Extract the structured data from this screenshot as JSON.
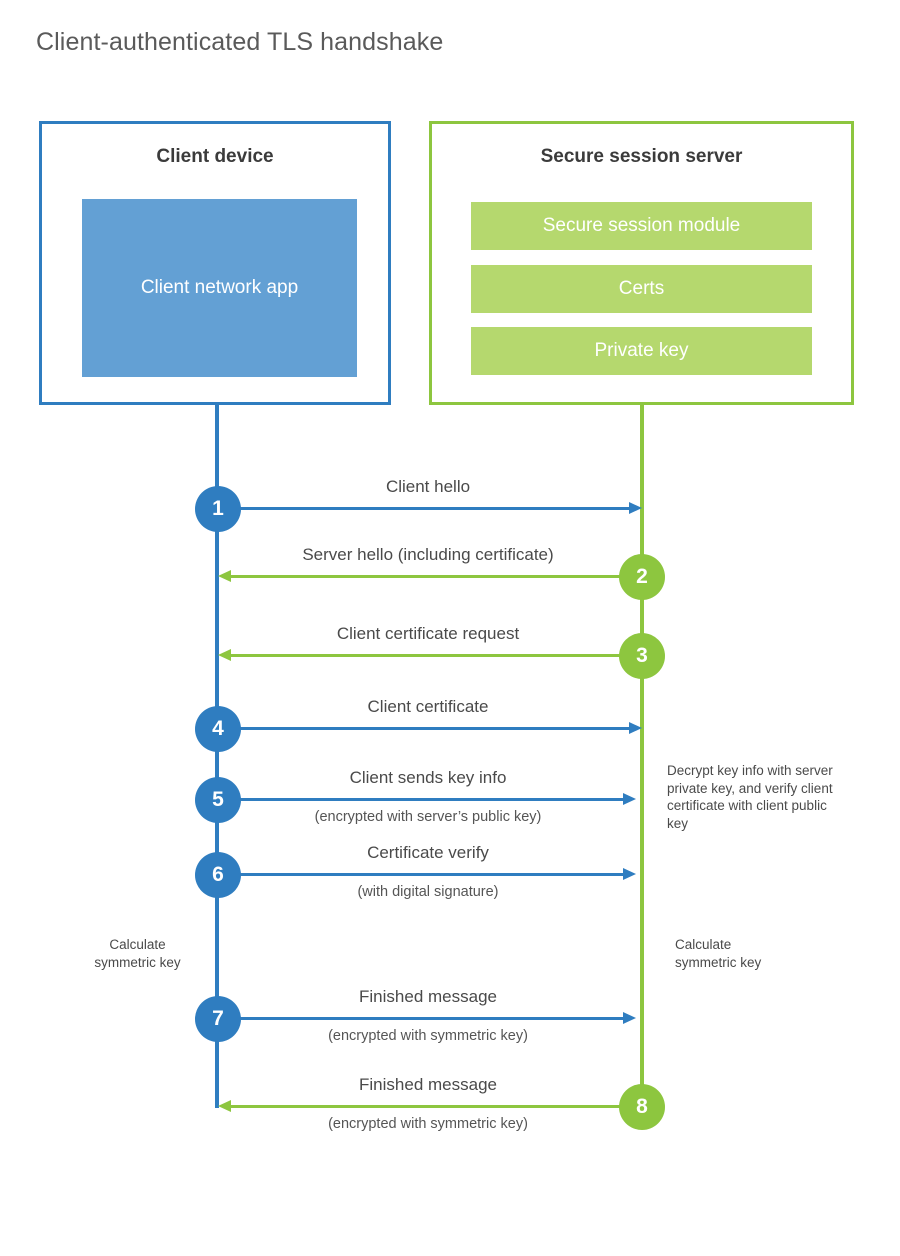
{
  "title": "Client-authenticated TLS handshake",
  "colors": {
    "blue_stroke": "#2f7dc0",
    "green_stroke": "#8dc63f",
    "blue_fill": "#63a0d4",
    "green_fill": "#b5d86e",
    "text": "#4a4a4a",
    "background": "#ffffff"
  },
  "client": {
    "title": "Client device",
    "app_label": "Client network app"
  },
  "server": {
    "title": "Secure session server",
    "components": [
      {
        "label": "Secure session module"
      },
      {
        "label": "Certs"
      },
      {
        "label": "Private key"
      }
    ]
  },
  "notes": {
    "server_decrypt": "Decrypt key info with server private key, and verify client certificate with client public key",
    "calc_client_line1": "Calculate",
    "calc_client_line2": "symmetric key",
    "calc_server_line1": "Calculate",
    "calc_server_line2": "symmetric key"
  },
  "steps": [
    {
      "number": "1",
      "label": "Client hello",
      "sublabel": "",
      "direction": "client-to-server",
      "color": "blue"
    },
    {
      "number": "2",
      "label": "Server hello (including certificate)",
      "sublabel": "",
      "direction": "server-to-client",
      "color": "green"
    },
    {
      "number": "3",
      "label": "Client certificate request",
      "sublabel": "",
      "direction": "server-to-client",
      "color": "green"
    },
    {
      "number": "4",
      "label": "Client certificate",
      "sublabel": "",
      "direction": "client-to-server",
      "color": "blue"
    },
    {
      "number": "5",
      "label": "Client sends key info",
      "sublabel": "(encrypted with server’s public key)",
      "direction": "client-to-server",
      "color": "blue"
    },
    {
      "number": "6",
      "label": "Certificate verify",
      "sublabel": "(with digital signature)",
      "direction": "client-to-server",
      "color": "blue"
    },
    {
      "number": "7",
      "label": "Finished message",
      "sublabel": "(encrypted with symmetric key)",
      "direction": "client-to-server",
      "color": "blue"
    },
    {
      "number": "8",
      "label": "Finished message",
      "sublabel": "(encrypted with symmetric key)",
      "direction": "server-to-client",
      "color": "green"
    }
  ],
  "chart_data": {
    "type": "sequence-diagram",
    "participants": [
      "Client device",
      "Secure session server"
    ],
    "step_y_positions": [
      507,
      575,
      654,
      727,
      798,
      873,
      1017,
      1105
    ]
  }
}
